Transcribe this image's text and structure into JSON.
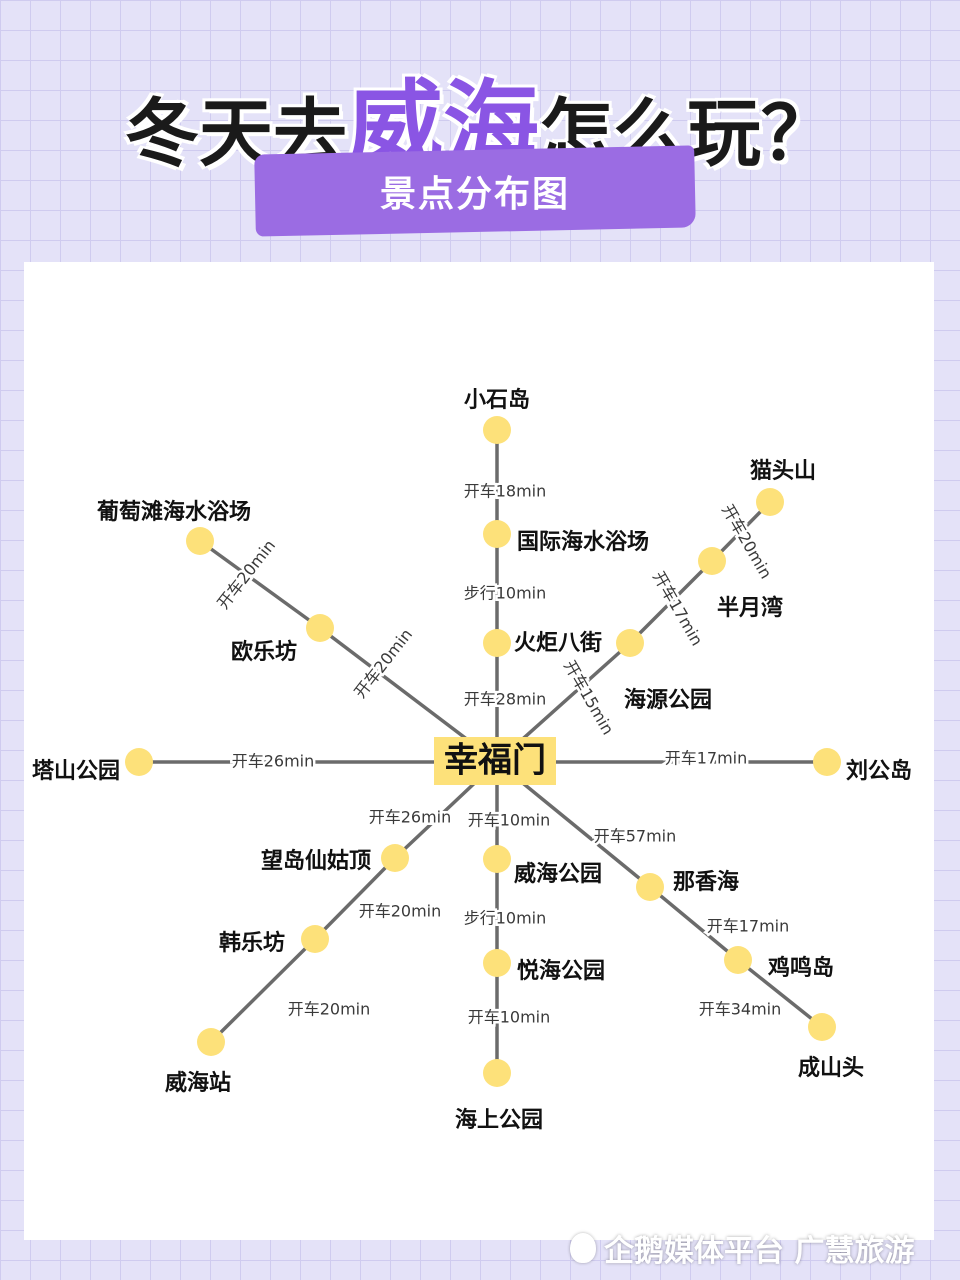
{
  "title": {
    "part1": "冬天去",
    "accent": "威海",
    "part2": "怎么玩？",
    "subtitle": "景点分布图"
  },
  "colors": {
    "accent": "#8a55e4",
    "banner": "#9b6ce3",
    "station": "#fde17a",
    "line": "#6b6b6b",
    "center_fill": "#fde17a"
  },
  "center": {
    "name": "幸福门"
  },
  "stations": [
    {
      "id": "xiaoshidao",
      "name": "小石岛"
    },
    {
      "id": "guojihaishui",
      "name": "国际海水浴场"
    },
    {
      "id": "huojubajie",
      "name": "火炬八街"
    },
    {
      "id": "maotoushan",
      "name": "猫头山"
    },
    {
      "id": "banyuewan",
      "name": "半月湾"
    },
    {
      "id": "haiyuangongyuan",
      "name": "海源公园"
    },
    {
      "id": "putaotan",
      "name": "葡萄滩海水浴场"
    },
    {
      "id": "oulefang",
      "name": "欧乐坊"
    },
    {
      "id": "tashangongyuan",
      "name": "塔山公园"
    },
    {
      "id": "liugongdao",
      "name": "刘公岛"
    },
    {
      "id": "wangdao",
      "name": "望岛仙姑顶"
    },
    {
      "id": "hanlefang",
      "name": "韩乐坊"
    },
    {
      "id": "weihaizhan",
      "name": "威海站"
    },
    {
      "id": "weihaigongyuan",
      "name": "威海公园"
    },
    {
      "id": "yuehaigongyuan",
      "name": "悦海公园"
    },
    {
      "id": "haishanggongyuan",
      "name": "海上公园"
    },
    {
      "id": "naxianghai",
      "name": "那香海"
    },
    {
      "id": "jimingdao",
      "name": "鸡鸣岛"
    },
    {
      "id": "chengshantou",
      "name": "成山头"
    }
  ],
  "connections": [
    {
      "from": "center",
      "to": "huojubajie",
      "label": "开车28min"
    },
    {
      "from": "huojubajie",
      "to": "guojihaishui",
      "label": "步行10min"
    },
    {
      "from": "guojihaishui",
      "to": "xiaoshidao",
      "label": "开车18min"
    },
    {
      "from": "center",
      "to": "haiyuangongyuan",
      "label": "开车15min"
    },
    {
      "from": "haiyuangongyuan",
      "to": "banyuewan",
      "label": "开车17min"
    },
    {
      "from": "banyuewan",
      "to": "maotoushan",
      "label": "开车20min"
    },
    {
      "from": "center",
      "to": "oulefang",
      "label": "开车20min"
    },
    {
      "from": "oulefang",
      "to": "putaotan",
      "label": "开车20min"
    },
    {
      "from": "center",
      "to": "tashangongyuan",
      "label": "开车26min"
    },
    {
      "from": "center",
      "to": "liugongdao",
      "label": "开车17min"
    },
    {
      "from": "center",
      "to": "wangdao",
      "label": "开车26min"
    },
    {
      "from": "wangdao",
      "to": "hanlefang",
      "label": "开车20min"
    },
    {
      "from": "hanlefang",
      "to": "weihaizhan",
      "label": "开车20min"
    },
    {
      "from": "center",
      "to": "weihaigongyuan",
      "label": "开车10min"
    },
    {
      "from": "weihaigongyuan",
      "to": "yuehaigongyuan",
      "label": "步行10min"
    },
    {
      "from": "yuehaigongyuan",
      "to": "haishanggongyuan",
      "label": "开车10min"
    },
    {
      "from": "center",
      "to": "naxianghai",
      "label": "开车57min"
    },
    {
      "from": "naxianghai",
      "to": "jimingdao",
      "label": "开车17min"
    },
    {
      "from": "jimingdao",
      "to": "chengshantou",
      "label": "开车34min"
    }
  ],
  "watermark": "企鹅媒体平台 广慧旅游"
}
